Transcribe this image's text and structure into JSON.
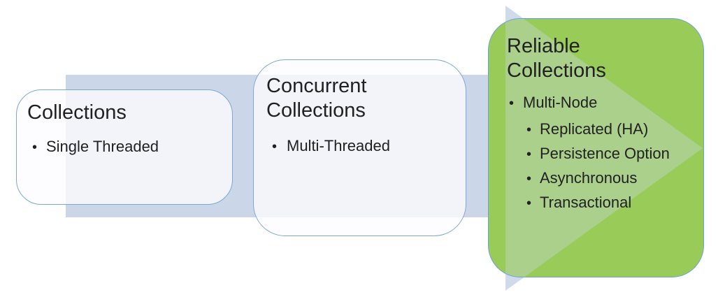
{
  "diagram": {
    "description": "Three-stage progression diagram over a right-pointing block arrow",
    "bullet_char": "•",
    "boxes": [
      {
        "id": "collections",
        "title": "Collections",
        "bullets": [
          {
            "level": 1,
            "text": "Single Threaded"
          }
        ]
      },
      {
        "id": "concurrent-collections",
        "title": "Concurrent Collections",
        "bullets": [
          {
            "level": 1,
            "text": "Multi-Threaded"
          }
        ]
      },
      {
        "id": "reliable-collections",
        "title": "Reliable Collections",
        "bullets": [
          {
            "level": 1,
            "text": "Multi-Node"
          },
          {
            "level": 2,
            "text": "Replicated (HA)"
          },
          {
            "level": 2,
            "text": "Persistence Option"
          },
          {
            "level": 2,
            "text": "Asynchronous"
          },
          {
            "level": 2,
            "text": "Transactional"
          }
        ]
      }
    ]
  },
  "colors": {
    "band": "#CBD7E9",
    "arrowhead": "#CFDAEB",
    "box-border": "#7CA7D6",
    "green-fill": "#99CB58",
    "green-border": "#6CA2D3",
    "text": "#212121"
  }
}
